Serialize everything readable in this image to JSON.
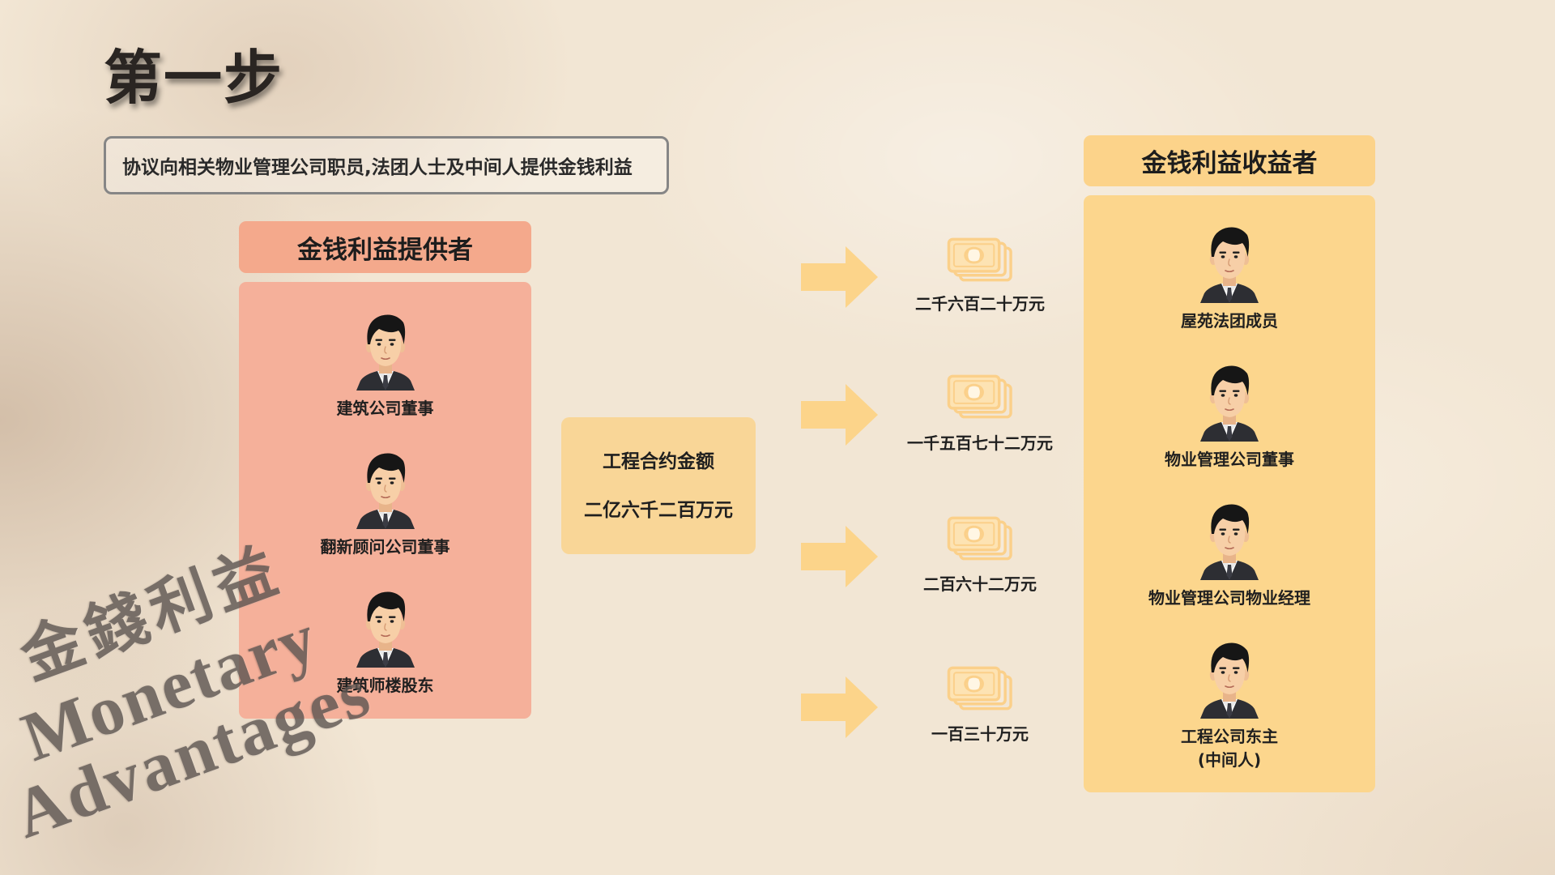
{
  "title": "第一步",
  "description": "协议向相关物业管理公司职员,法团人士及中间人提供金钱利益",
  "providers": {
    "header": "金钱利益提供者",
    "people": [
      {
        "label": "建筑公司董事"
      },
      {
        "label": "翻新顾问公司董事"
      },
      {
        "label": "建筑师楼股东"
      }
    ]
  },
  "contract": {
    "label": "工程合约金额",
    "amount": "二亿六千二百万元"
  },
  "transfers": [
    {
      "amount": "二千六百二十万元"
    },
    {
      "amount": "一千五百七十二万元"
    },
    {
      "amount": "二百六十二万元"
    },
    {
      "amount": "一百三十万元"
    }
  ],
  "recipients": {
    "header": "金钱利益收益者",
    "people": [
      {
        "label": "屋苑法团成员"
      },
      {
        "label": "物业管理公司董事"
      },
      {
        "label": "物业管理公司物业经理"
      },
      {
        "label": "工程公司东主",
        "sublabel": "(中间人)"
      }
    ]
  },
  "watermark": {
    "lines": [
      "金錢利益",
      "Monetary",
      "Advantages"
    ]
  },
  "icons": {
    "person": "person-avatar-icon",
    "money": "money-bills-icon",
    "arrow": "right-arrow-icon"
  },
  "colors": {
    "background": "#f2e6d4",
    "provider_header": "#f4a98c",
    "provider_body": "#f5b09a",
    "contract_box": "#f9d697",
    "arrow": "#fcd48a",
    "money_icon": "#fbd08a",
    "recipient_header": "#fcd38a",
    "recipient_body": "#fcd68d",
    "watermark": "#5f5753",
    "text": "#1f1f1f"
  }
}
